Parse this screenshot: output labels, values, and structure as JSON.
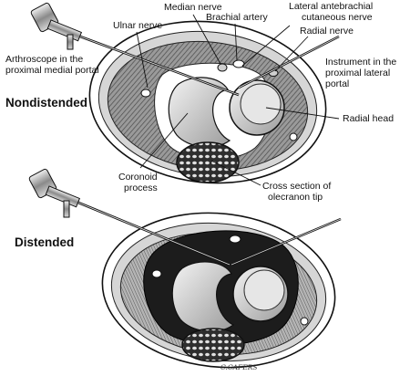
{
  "diagram": {
    "top_panel": {
      "state_label": "Nondistended",
      "labels": {
        "arthroscope": [
          "Arthroscope in the",
          "proximal medial portal"
        ],
        "ulnar_nerve": [
          "Ulnar nerve"
        ],
        "median_nerve": [
          "Median nerve"
        ],
        "brachial_artery": [
          "Brachial artery"
        ],
        "lateral_antebrachial": [
          "Lateral antebrachial",
          "cutaneous nerve"
        ],
        "radial_nerve": [
          "Radial nerve"
        ],
        "instrument": [
          "Instrument in the",
          "proximal lateral",
          "portal"
        ],
        "radial_head": [
          "Radial head"
        ],
        "coronoid": [
          "Coronoid",
          "process"
        ],
        "olecranon": [
          "Cross section of",
          "olecranon tip"
        ]
      }
    },
    "bottom_panel": {
      "state_label": "Distended"
    },
    "signature": "C.CAFERS"
  }
}
